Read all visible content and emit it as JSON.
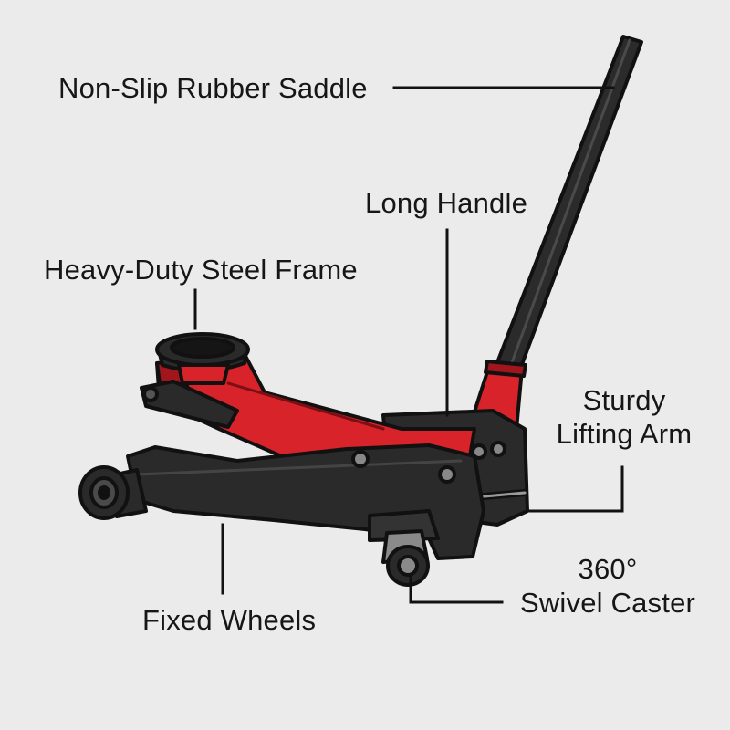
{
  "colors": {
    "background": "#ebebeb",
    "frame_red": "#d8232a",
    "frame_red_dark": "#a0161c",
    "steel_dark": "#2a2a2a",
    "outline": "#111111",
    "caster_gray": "#8a8a8a"
  },
  "icons": [
    "floor-jack-illustration"
  ],
  "labels": {
    "saddle": "Non-Slip  Rubber Saddle",
    "handle": "Long Handle",
    "frame": "Heavy-Duty Steel Frame",
    "arm_line1": "Sturdy",
    "arm_line2": "Lifting Arm",
    "caster_line1": "360°",
    "caster_line2": "Swivel Caster",
    "wheels": "Fixed Wheels"
  }
}
